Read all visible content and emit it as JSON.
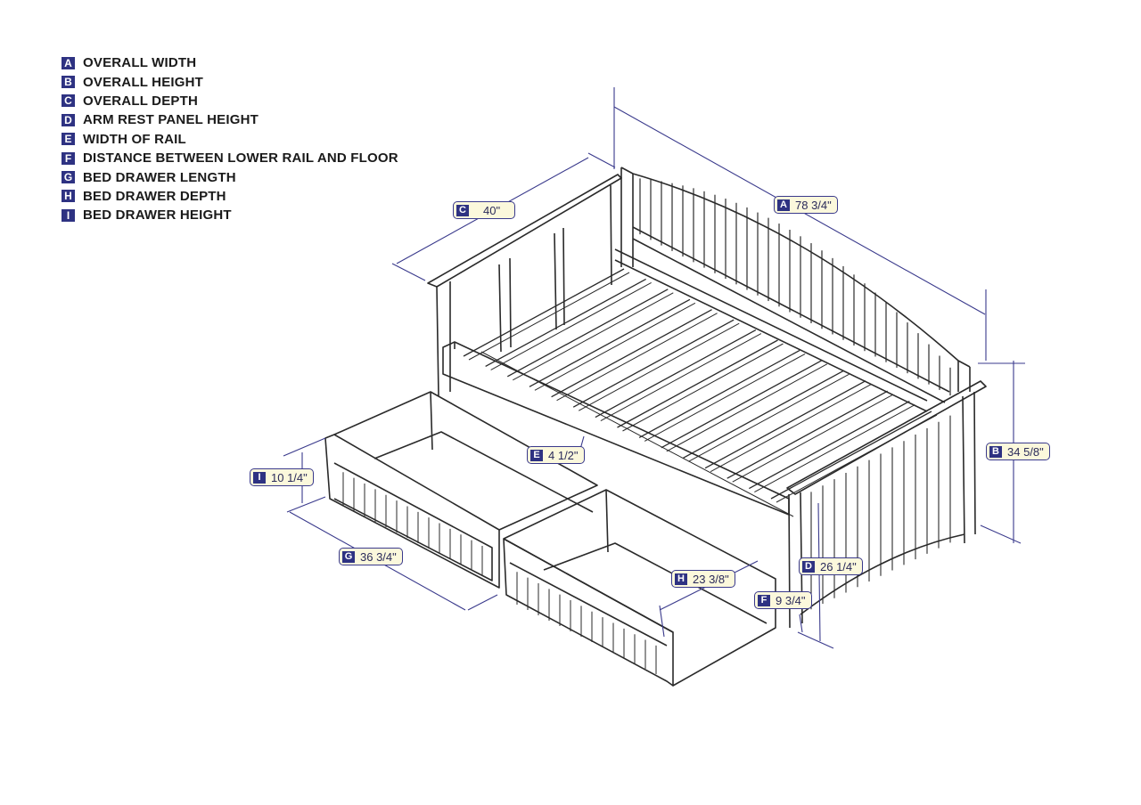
{
  "legend": [
    {
      "letter": "A",
      "label": "OVERALL WIDTH"
    },
    {
      "letter": "B",
      "label": "OVERALL HEIGHT"
    },
    {
      "letter": "C",
      "label": "OVERALL DEPTH"
    },
    {
      "letter": "D",
      "label": "ARM REST PANEL HEIGHT"
    },
    {
      "letter": "E",
      "label": "WIDTH OF RAIL"
    },
    {
      "letter": "F",
      "label": "DISTANCE BETWEEN LOWER RAIL AND FLOOR"
    },
    {
      "letter": "G",
      "label": "BED DRAWER LENGTH"
    },
    {
      "letter": "H",
      "label": "BED DRAWER DEPTH"
    },
    {
      "letter": "I",
      "label": "BED DRAWER HEIGHT"
    }
  ],
  "dimensions": {
    "A": {
      "letter": "A",
      "value": "78 3/4\""
    },
    "B": {
      "letter": "B",
      "value": "34 5/8\""
    },
    "C": {
      "letter": "C",
      "value": "40\""
    },
    "D": {
      "letter": "D",
      "value": "26 1/4\""
    },
    "E": {
      "letter": "E",
      "value": "4 1/2\""
    },
    "F": {
      "letter": "F",
      "value": "9 3/4\""
    },
    "G": {
      "letter": "G",
      "value": "36 3/4\""
    },
    "H": {
      "letter": "H",
      "value": "23 3/8\""
    },
    "I": {
      "letter": "I",
      "value": "10 1/4\""
    }
  },
  "colors": {
    "accent": "#2e3282",
    "label_fill": "#fbf8dc",
    "line": "#2a2a2a",
    "dim_line": "#3a3a8c"
  }
}
